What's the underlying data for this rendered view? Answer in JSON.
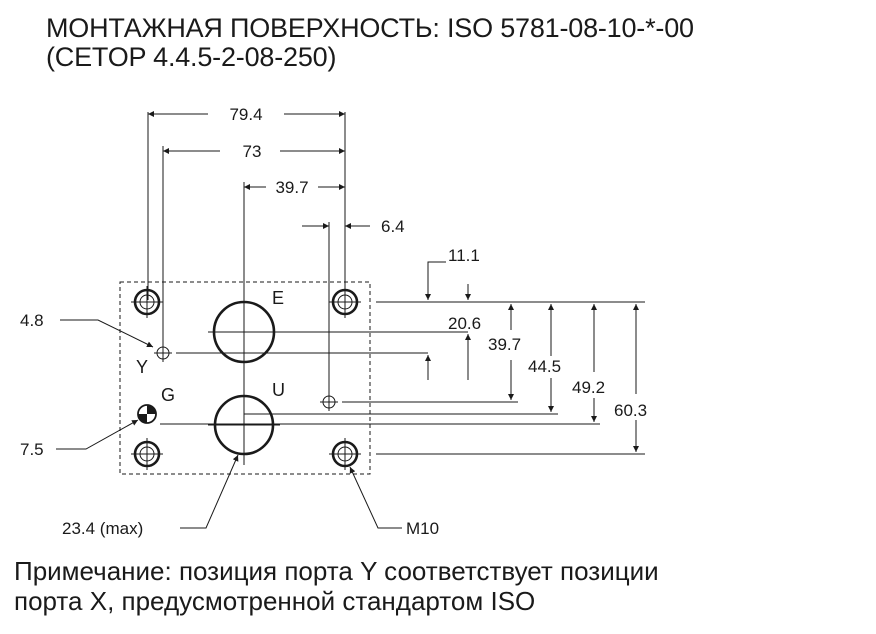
{
  "title": {
    "line1": "МОНТАЖНАЯ ПОВЕРХНОСТЬ: ISO 5781-08-10-*-00",
    "line2": "(CETOP 4.4.5-2-08-250)"
  },
  "note": {
    "line1": "Примечание: позиция порта Y соответствует позиции",
    "line2": "порта X, предусмотренной стандартом ISO"
  },
  "dimensions": {
    "w79_4": "79.4",
    "w73": "73",
    "w39_7": "39.7",
    "w6_4": "6.4",
    "h11_1": "11.1",
    "h20_6": "20.6",
    "h39_7": "39.7",
    "h44_5": "44.5",
    "h49_2": "49.2",
    "h60_3": "60.3",
    "d4_8": "4.8",
    "d7_5": "7.5",
    "d23_4": "23.4 (max)",
    "m10": "M10"
  },
  "ports": {
    "e": "E",
    "u": "U",
    "y": "Y",
    "g": "G"
  }
}
